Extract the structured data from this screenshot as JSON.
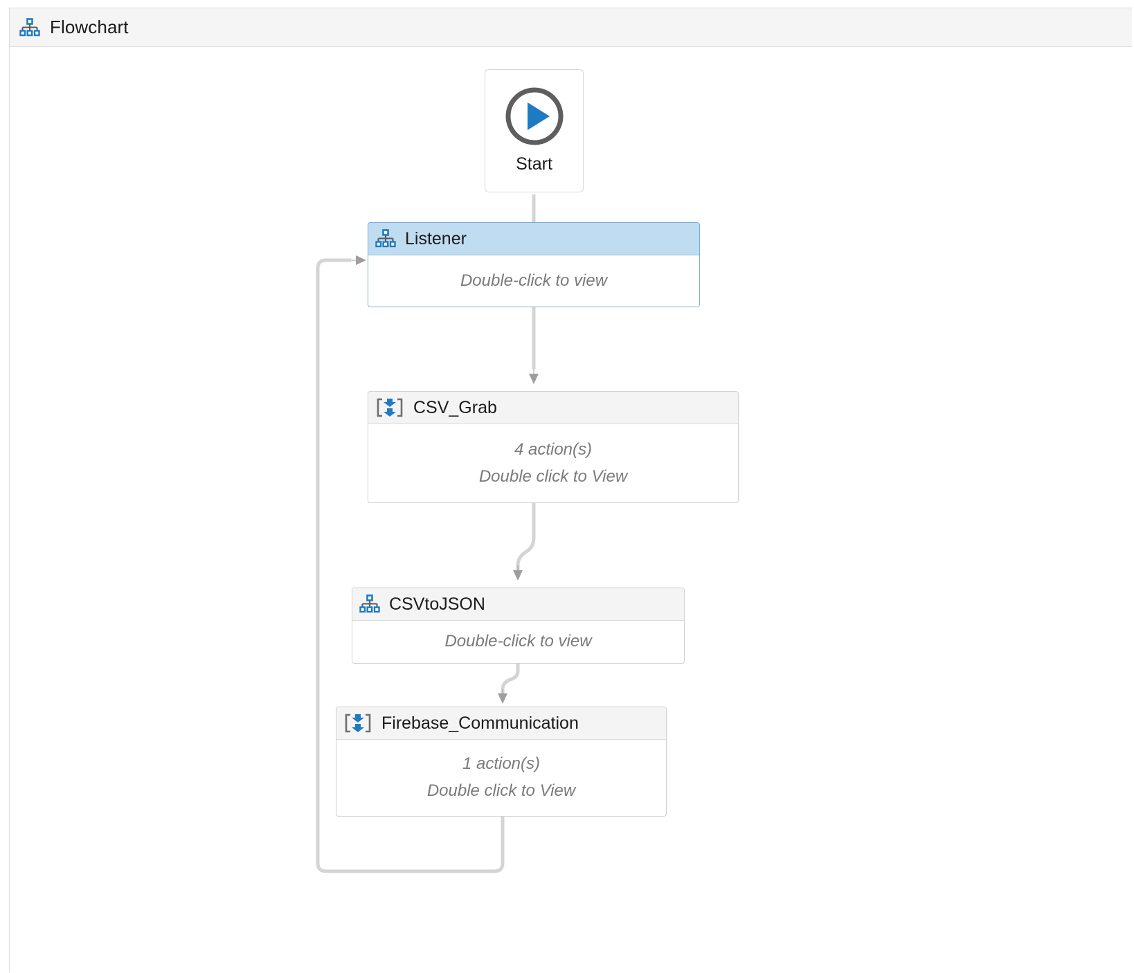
{
  "header": {
    "title": "Flowchart",
    "icon": "hierarchy-icon"
  },
  "colors": {
    "accent_blue": "#1f7ac4",
    "selection_fill": "#bfdcf0",
    "selection_border": "#7aaddc",
    "node_header": "#f4f4f4",
    "node_border": "#d0d0d0",
    "edge": "#d4d4d4",
    "arrow": "#9e9e9e",
    "hint_text": "#7a7a7a",
    "title_text": "#1b1b1b"
  },
  "start": {
    "label": "Start",
    "icon": "play-circle-icon"
  },
  "nodes": [
    {
      "id": "listener",
      "title": "Listener",
      "icon": "hierarchy-icon",
      "selected": true,
      "lines": [
        "Double-click to view"
      ]
    },
    {
      "id": "csv-grab",
      "title": "CSV_Grab",
      "icon": "bracket-download-icon",
      "selected": false,
      "lines": [
        "4 action(s)",
        "Double click to View"
      ]
    },
    {
      "id": "csv-to-json",
      "title": "CSVtoJSON",
      "icon": "hierarchy-icon",
      "selected": false,
      "lines": [
        "Double-click to view"
      ]
    },
    {
      "id": "firebase-communication",
      "title": "Firebase_Communication",
      "icon": "bracket-download-icon",
      "selected": false,
      "lines": [
        "1 action(s)",
        "Double click to View"
      ]
    }
  ],
  "edges": [
    {
      "from": "start",
      "to": "listener"
    },
    {
      "from": "listener",
      "to": "csv-grab"
    },
    {
      "from": "csv-grab",
      "to": "csv-to-json"
    },
    {
      "from": "csv-to-json",
      "to": "firebase-communication"
    },
    {
      "from": "firebase-communication",
      "to": "listener"
    }
  ]
}
